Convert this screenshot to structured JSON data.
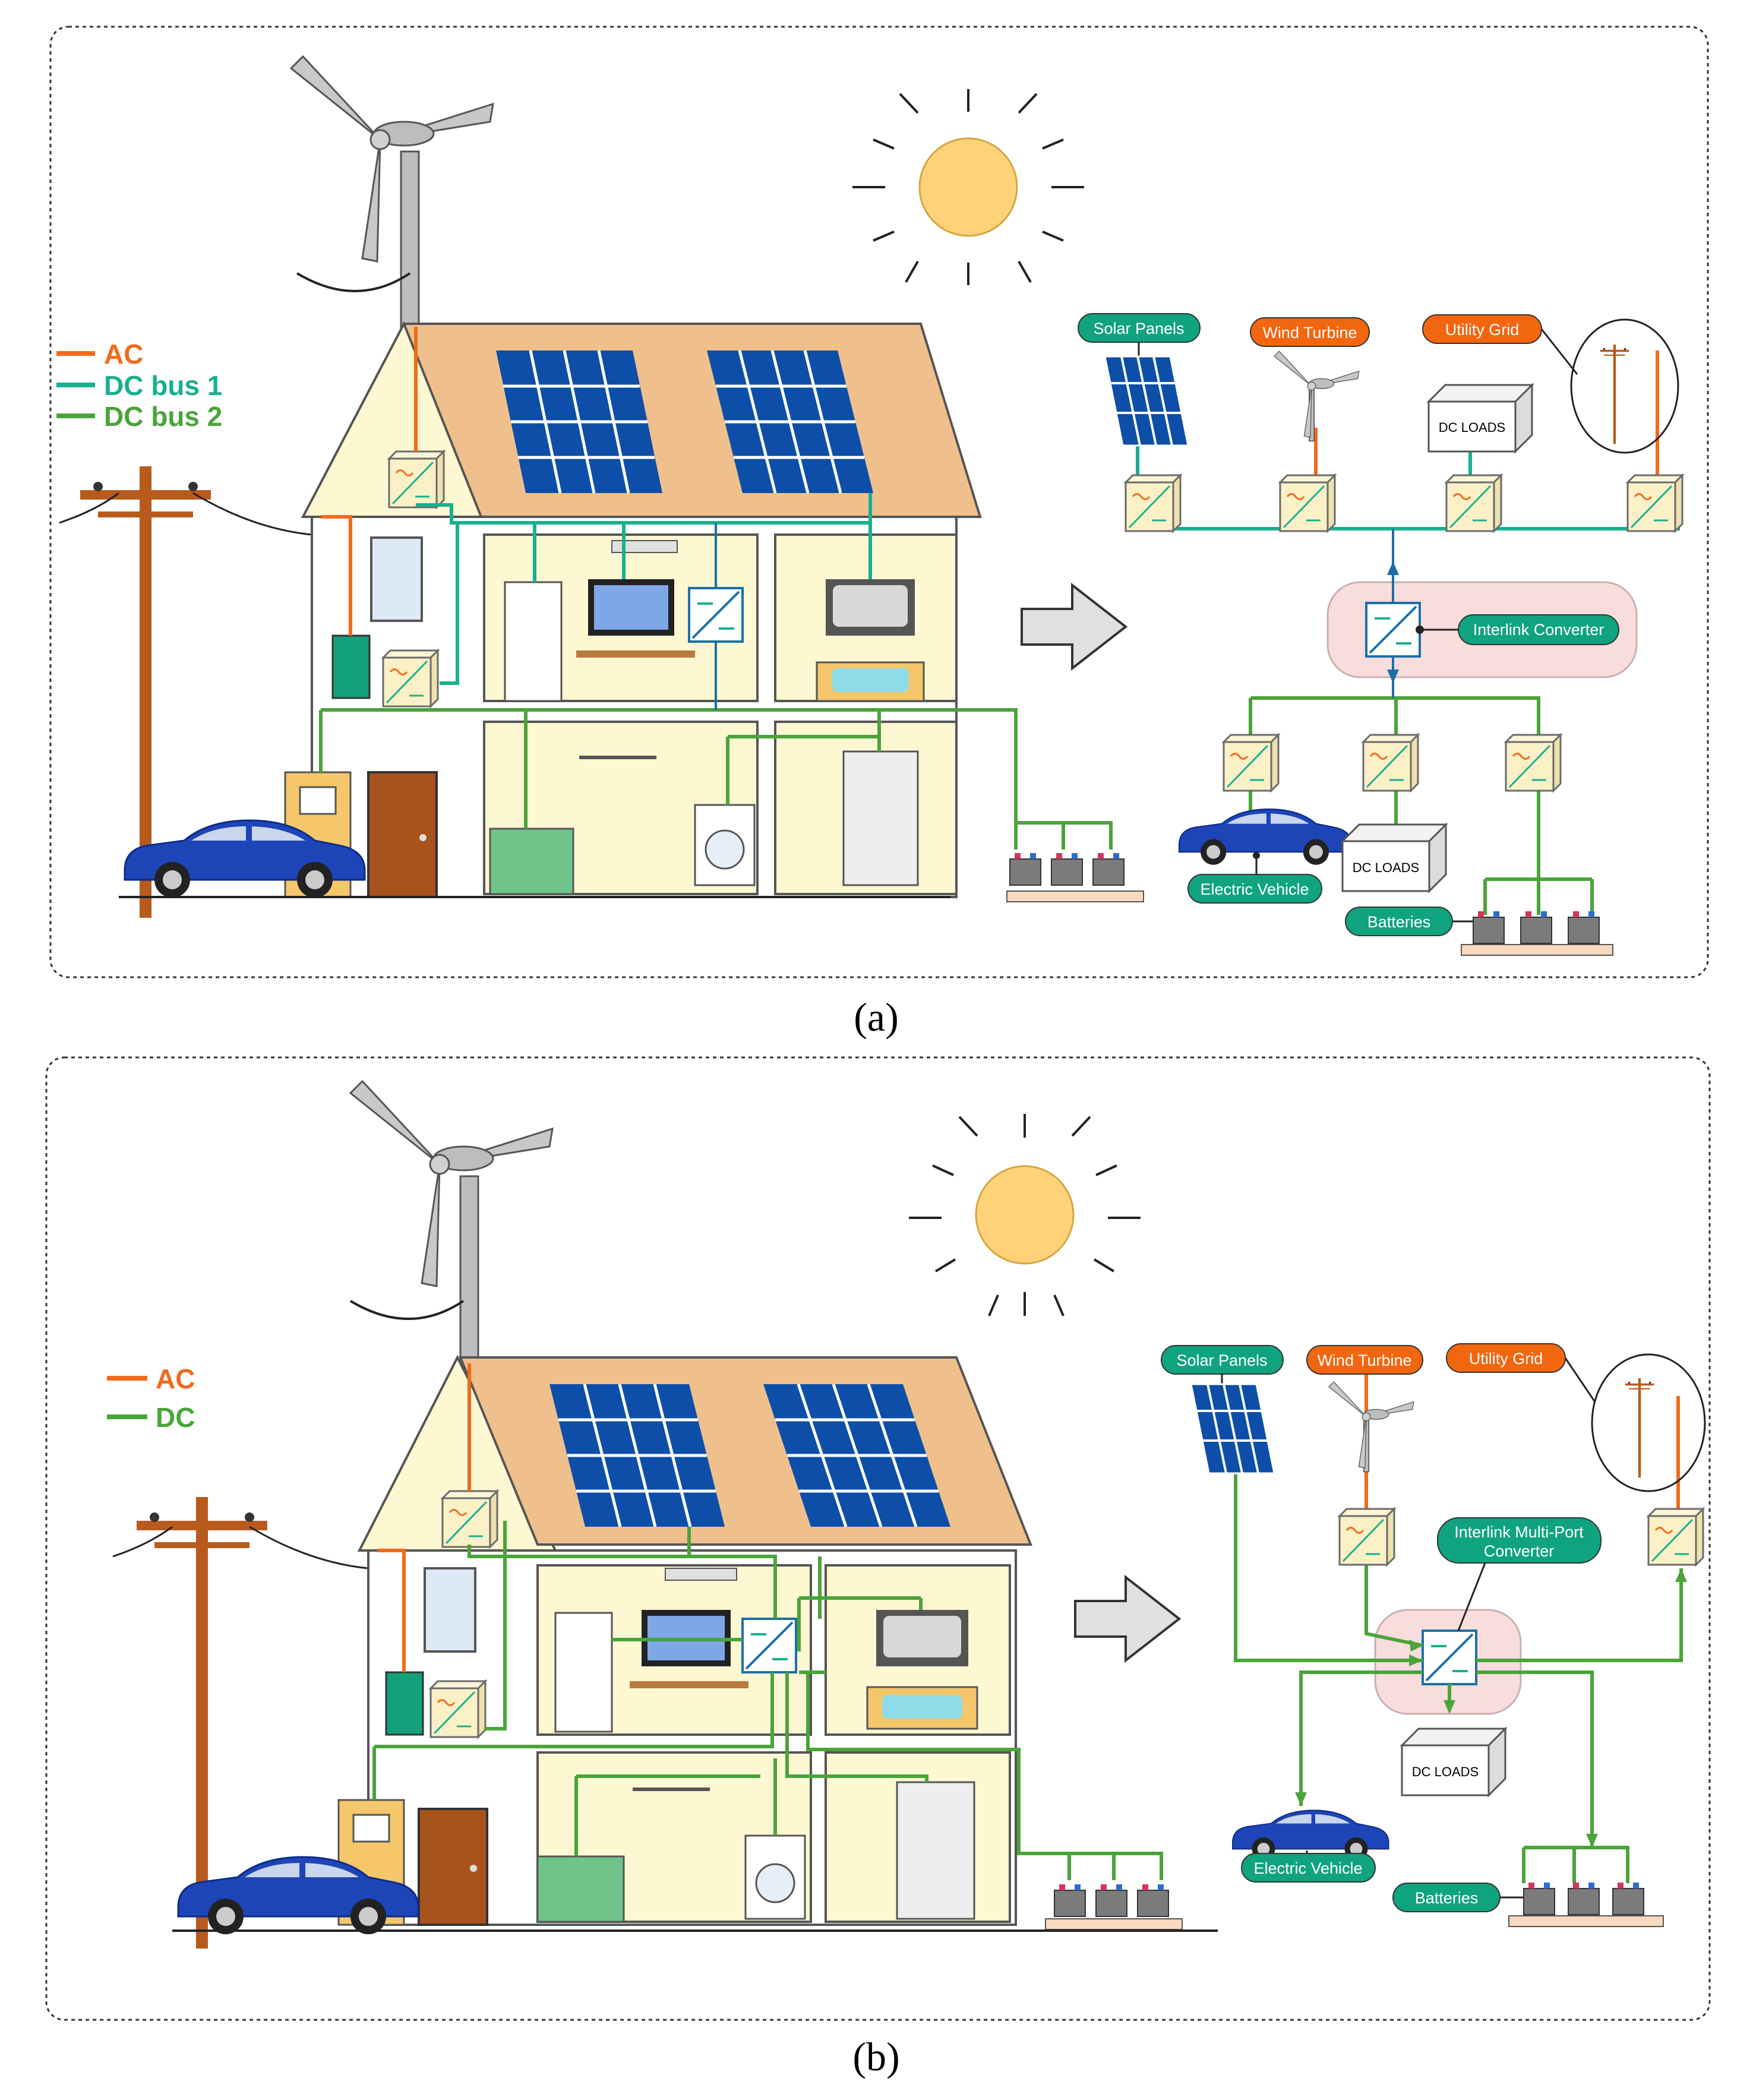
{
  "panels": [
    {
      "caption": "(a)",
      "legend": [
        {
          "label": "AC",
          "color": "#f26a1b"
        },
        {
          "label": "DC bus 1",
          "color": "#19b08f"
        },
        {
          "label": "DC bus 2",
          "color": "#4aa43a"
        }
      ],
      "labels": {
        "solar": "Solar Panels",
        "wind": "Wind Turbine",
        "grid": "Utility Grid",
        "dcloads_top": "DC LOADS",
        "interlink": "Interlink Converter",
        "ev": "Electric Vehicle",
        "dcloads_bottom": "DC LOADS",
        "batteries": "Batteries"
      }
    },
    {
      "caption": "(b)",
      "legend": [
        {
          "label": "AC",
          "color": "#f26a1b"
        },
        {
          "label": "DC",
          "color": "#4aa43a"
        }
      ],
      "labels": {
        "solar": "Solar Panels",
        "wind": "Wind Turbine",
        "grid": "Utility Grid",
        "interlink_line1": "Interlink Multi-Port",
        "interlink_line2": "Converter",
        "dcloads": "DC LOADS",
        "ev": "Electric Vehicle",
        "batteries": "Batteries"
      }
    }
  ],
  "colors": {
    "ac": "#f26a1b",
    "dc_teal": "#19b08f",
    "dc_green": "#4aa43a",
    "label_green": "#10a37f",
    "label_orange": "#f2660f",
    "roof": "#f0c08c",
    "wall": "#fdf7d2",
    "sun": "#ffd27a",
    "solar_blue": "#0d4fa8",
    "car_blue": "#1e45b8",
    "converter": "#fbf0c6",
    "interlink_bg": "#f9dcdc"
  }
}
